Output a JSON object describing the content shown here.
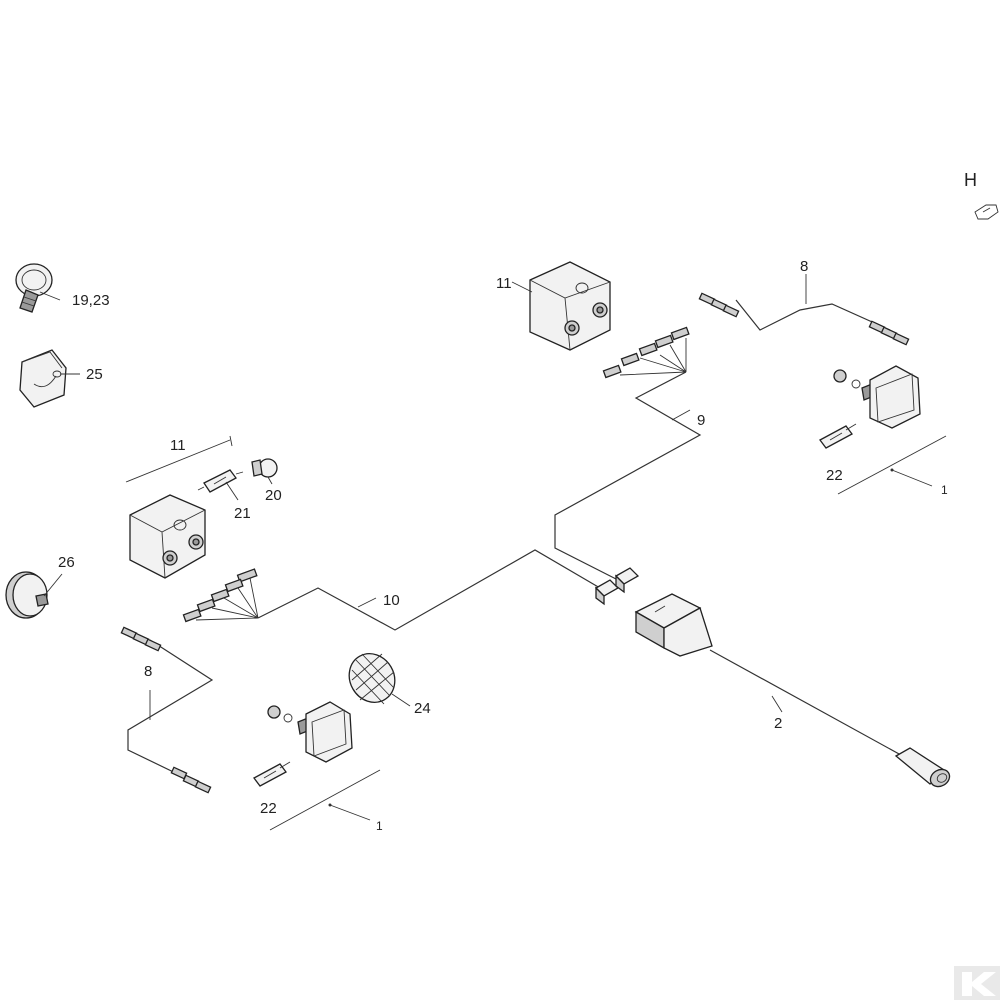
{
  "view_letter": "H",
  "icons": {
    "view_arrow": "view-direction-arrow-icon",
    "brand_logo": "k-brand-logo-icon"
  },
  "callouts": {
    "c_19_23": "19,23",
    "c_25": "25",
    "c_26": "26",
    "c_11_left": "11",
    "c_21": "21",
    "c_20": "20",
    "c_10": "10",
    "c_8_left": "8",
    "c_24": "24",
    "c_22_left": "22",
    "c_1_left": "1",
    "c_11_right": "11",
    "c_8_right": "8",
    "c_9": "9",
    "c_22_right": "22",
    "c_1_right": "1",
    "c_2": "2"
  }
}
